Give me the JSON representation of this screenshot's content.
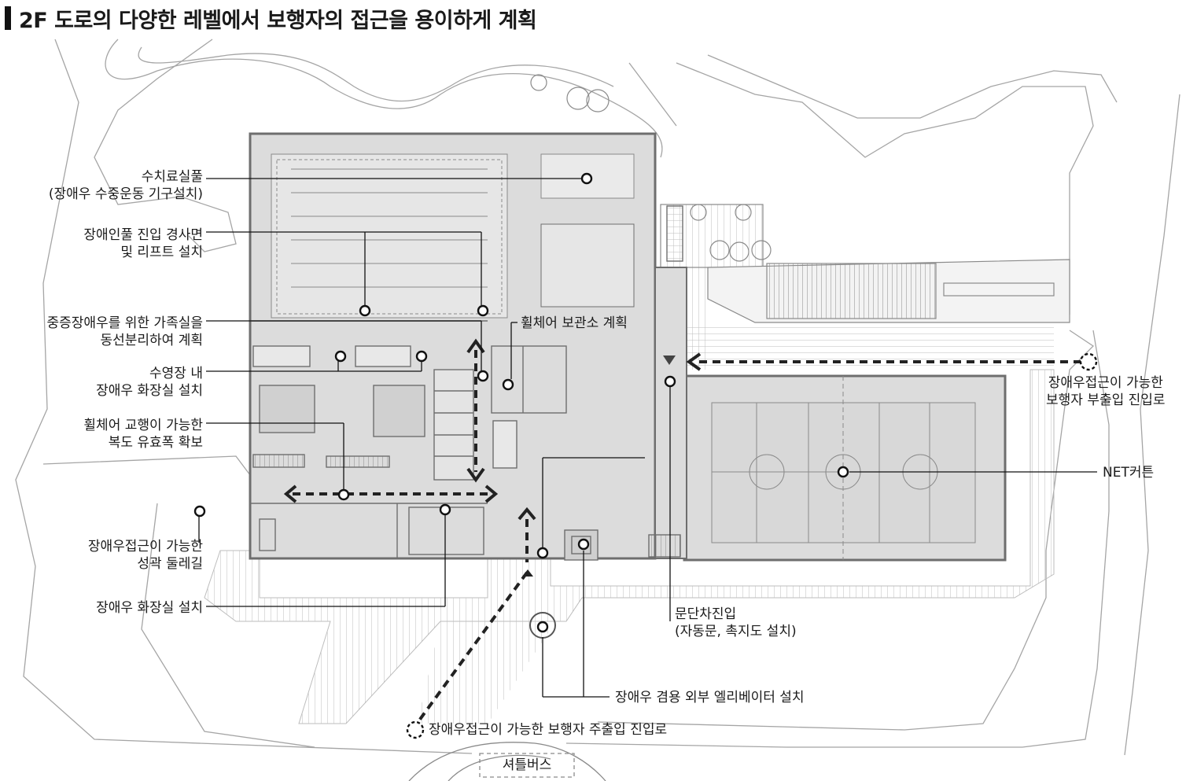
{
  "title": "2F 도로의 다양한 레벨에서 보행자의 접근을 용이하게 계획",
  "annotations": {
    "pool": {
      "line1": "수치료실풀",
      "line2": "(장애우 수중운동 기구설치)"
    },
    "pool_entry": {
      "line1": "장애인풀 진입 경사면",
      "line2": "및 리프트 설치"
    },
    "family_room": {
      "line1": "중증장애우를 위한 가족실을",
      "line2": "동선분리하여 계획"
    },
    "pool_toilet": {
      "line1": "수영장 내",
      "line2": "장애우 화장실 설치"
    },
    "corridor": {
      "line1": "휠체어 교행이 가능한",
      "line2": "복도 유효폭 확보"
    },
    "perimeter_path": {
      "line1": "장애우접근이 가능한",
      "line2": "성곽 둘레길"
    },
    "toilet": {
      "line1": "장애우 화장실 설치"
    },
    "wheelchair_storage": {
      "line1": "휠체어 보관소 계획"
    },
    "sub_entrance": {
      "line1": "장애우접근이 가능한",
      "line2": "보행자 부출입 진입로"
    },
    "net_curtain": {
      "line1": "NET커튼"
    },
    "flush_entry": {
      "line1": "문단차진입",
      "line2": "(자동문, 촉지도 설치)"
    },
    "elevator": {
      "line1": "장애우 겸용 외부 엘리베이터 설치"
    },
    "main_entrance": {
      "line1": "장애우접근이 가능한 보행자 주출입 진입로"
    },
    "shuttle_bus": {
      "line1": "셔틀버스"
    }
  },
  "colors": {
    "building_fill": "#dcdcdc",
    "wall": "#7a7a7a",
    "site_line": "#9a9a9a",
    "leader": "#111111",
    "hatch": "#b5b5b5",
    "background": "#ffffff"
  }
}
